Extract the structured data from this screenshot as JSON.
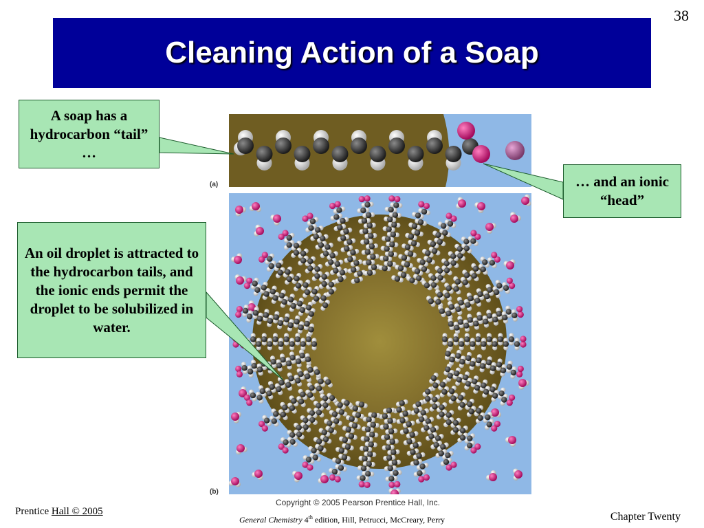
{
  "slide": {
    "number": "38",
    "title": "Cleaning Action of a Soap"
  },
  "callouts": {
    "tail": "A soap has a hydrocarbon “tail” …",
    "head": "… and an ionic “head”",
    "droplet": "An oil droplet is attracted to the hydrocarbon tails, and the ionic ends permit the droplet to be solubilized in water."
  },
  "figure": {
    "label_a": "(a)",
    "label_b": "(b)",
    "copyright": "Copyright © 2005 Pearson Prentice Hall, Inc.",
    "colors": {
      "water": "#8fb8e6",
      "oil": "#6f5d22",
      "carbon": "#2b2b2b",
      "hydrogen": "#f2f2f2",
      "oxygen": "#d4157c"
    }
  },
  "footer": {
    "publisher_prefix": "Prentice ",
    "publisher_link": "Hall © 2005",
    "book_title": "General Chemistry",
    "edition_num": "4",
    "edition_sup": "th",
    "edition_rest": " edition, Hill, Petrucci, McCreary, Perry",
    "chapter": "Chapter Twenty"
  }
}
